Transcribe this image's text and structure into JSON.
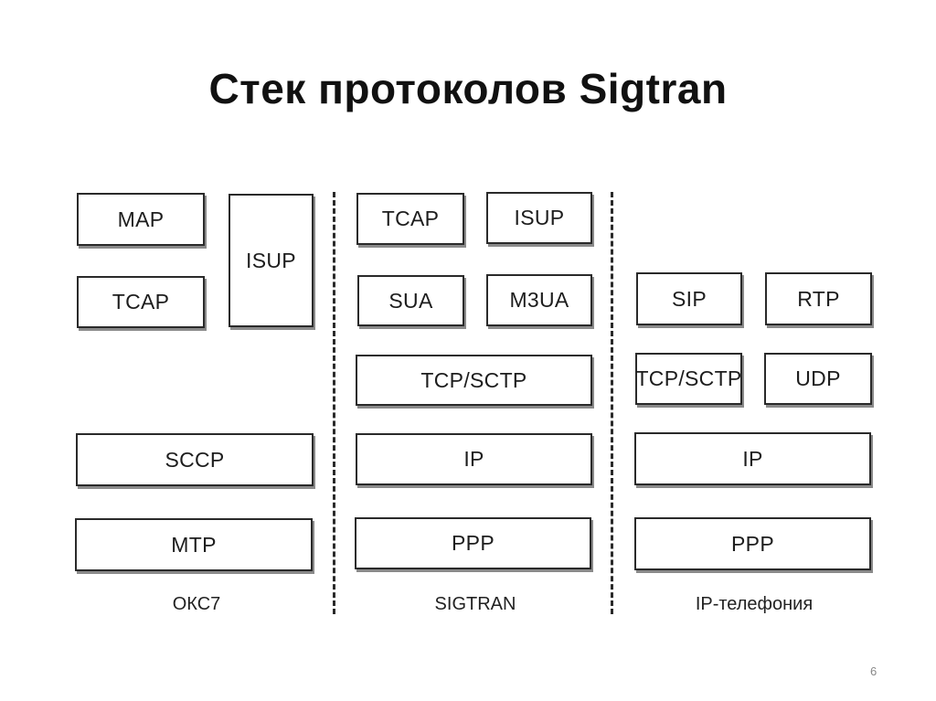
{
  "title": "Стек протоколов Sigtran",
  "page_number": "6",
  "stacks": {
    "okc7": {
      "label": "ОКС7",
      "map": "MAP",
      "tcap": "TCAP",
      "isup": "ISUP",
      "sccp": "SCCP",
      "mtp": "MTP"
    },
    "sigtran": {
      "label": "SIGTRAN",
      "tcap": "TCAP",
      "isup": "ISUP",
      "sua": "SUA",
      "m3ua": "M3UA",
      "tcp_sctp": "TCP/SCTP",
      "ip": "IP",
      "ppp": "PPP"
    },
    "ip_telephony": {
      "label": "IP-телефония",
      "sip": "SIP",
      "rtp": "RTP",
      "tcp_sctp": "TCP/SCTP",
      "udp": "UDP",
      "ip": "IP",
      "ppp": "PPP"
    }
  }
}
